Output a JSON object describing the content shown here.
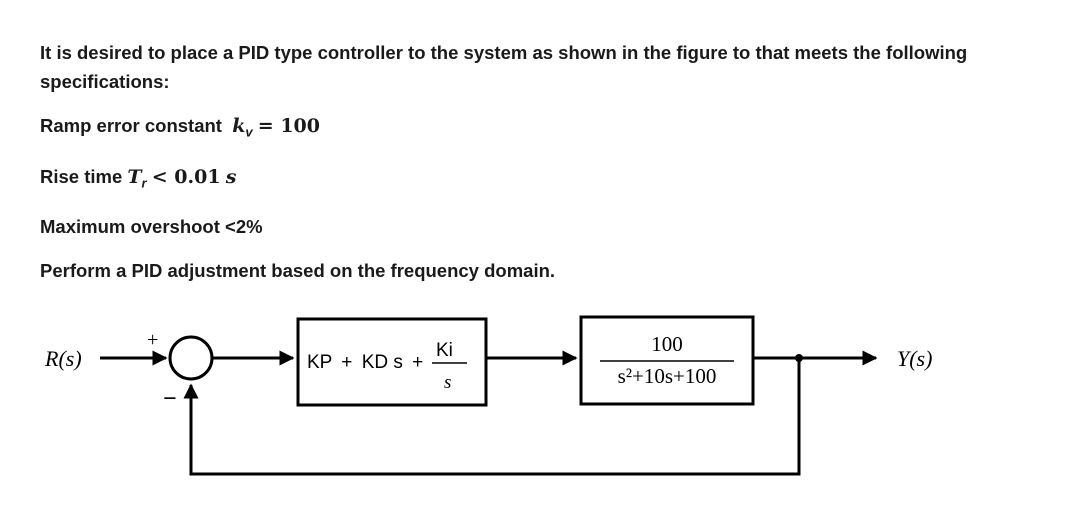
{
  "problem": {
    "intro": "It is desired to place a PID type controller to the system as shown in the figure to that meets the following specifications:",
    "ramp_label": "Ramp error constant",
    "ramp_symbol": "k",
    "ramp_subscript": "v",
    "ramp_relation": "= 100",
    "rise_label": "Rise time",
    "rise_symbol": "T",
    "rise_subscript": "r",
    "rise_relation": "< 0.01",
    "rise_unit": "s",
    "overshoot": "Maximum overshoot <2%",
    "task": "Perform a PID adjustment based on the frequency domain."
  },
  "diagram": {
    "input_label": "R(s)",
    "output_label": "Y(s)",
    "plus_sign": "+",
    "minus_sign": "−",
    "controller": {
      "kp": "KP",
      "plus1": "+",
      "kd_term": "KD s",
      "plus2": "+",
      "ki_num": "Ki",
      "ki_den": "s"
    },
    "plant": {
      "numerator": "100",
      "denominator": "s²+10s+100"
    }
  }
}
